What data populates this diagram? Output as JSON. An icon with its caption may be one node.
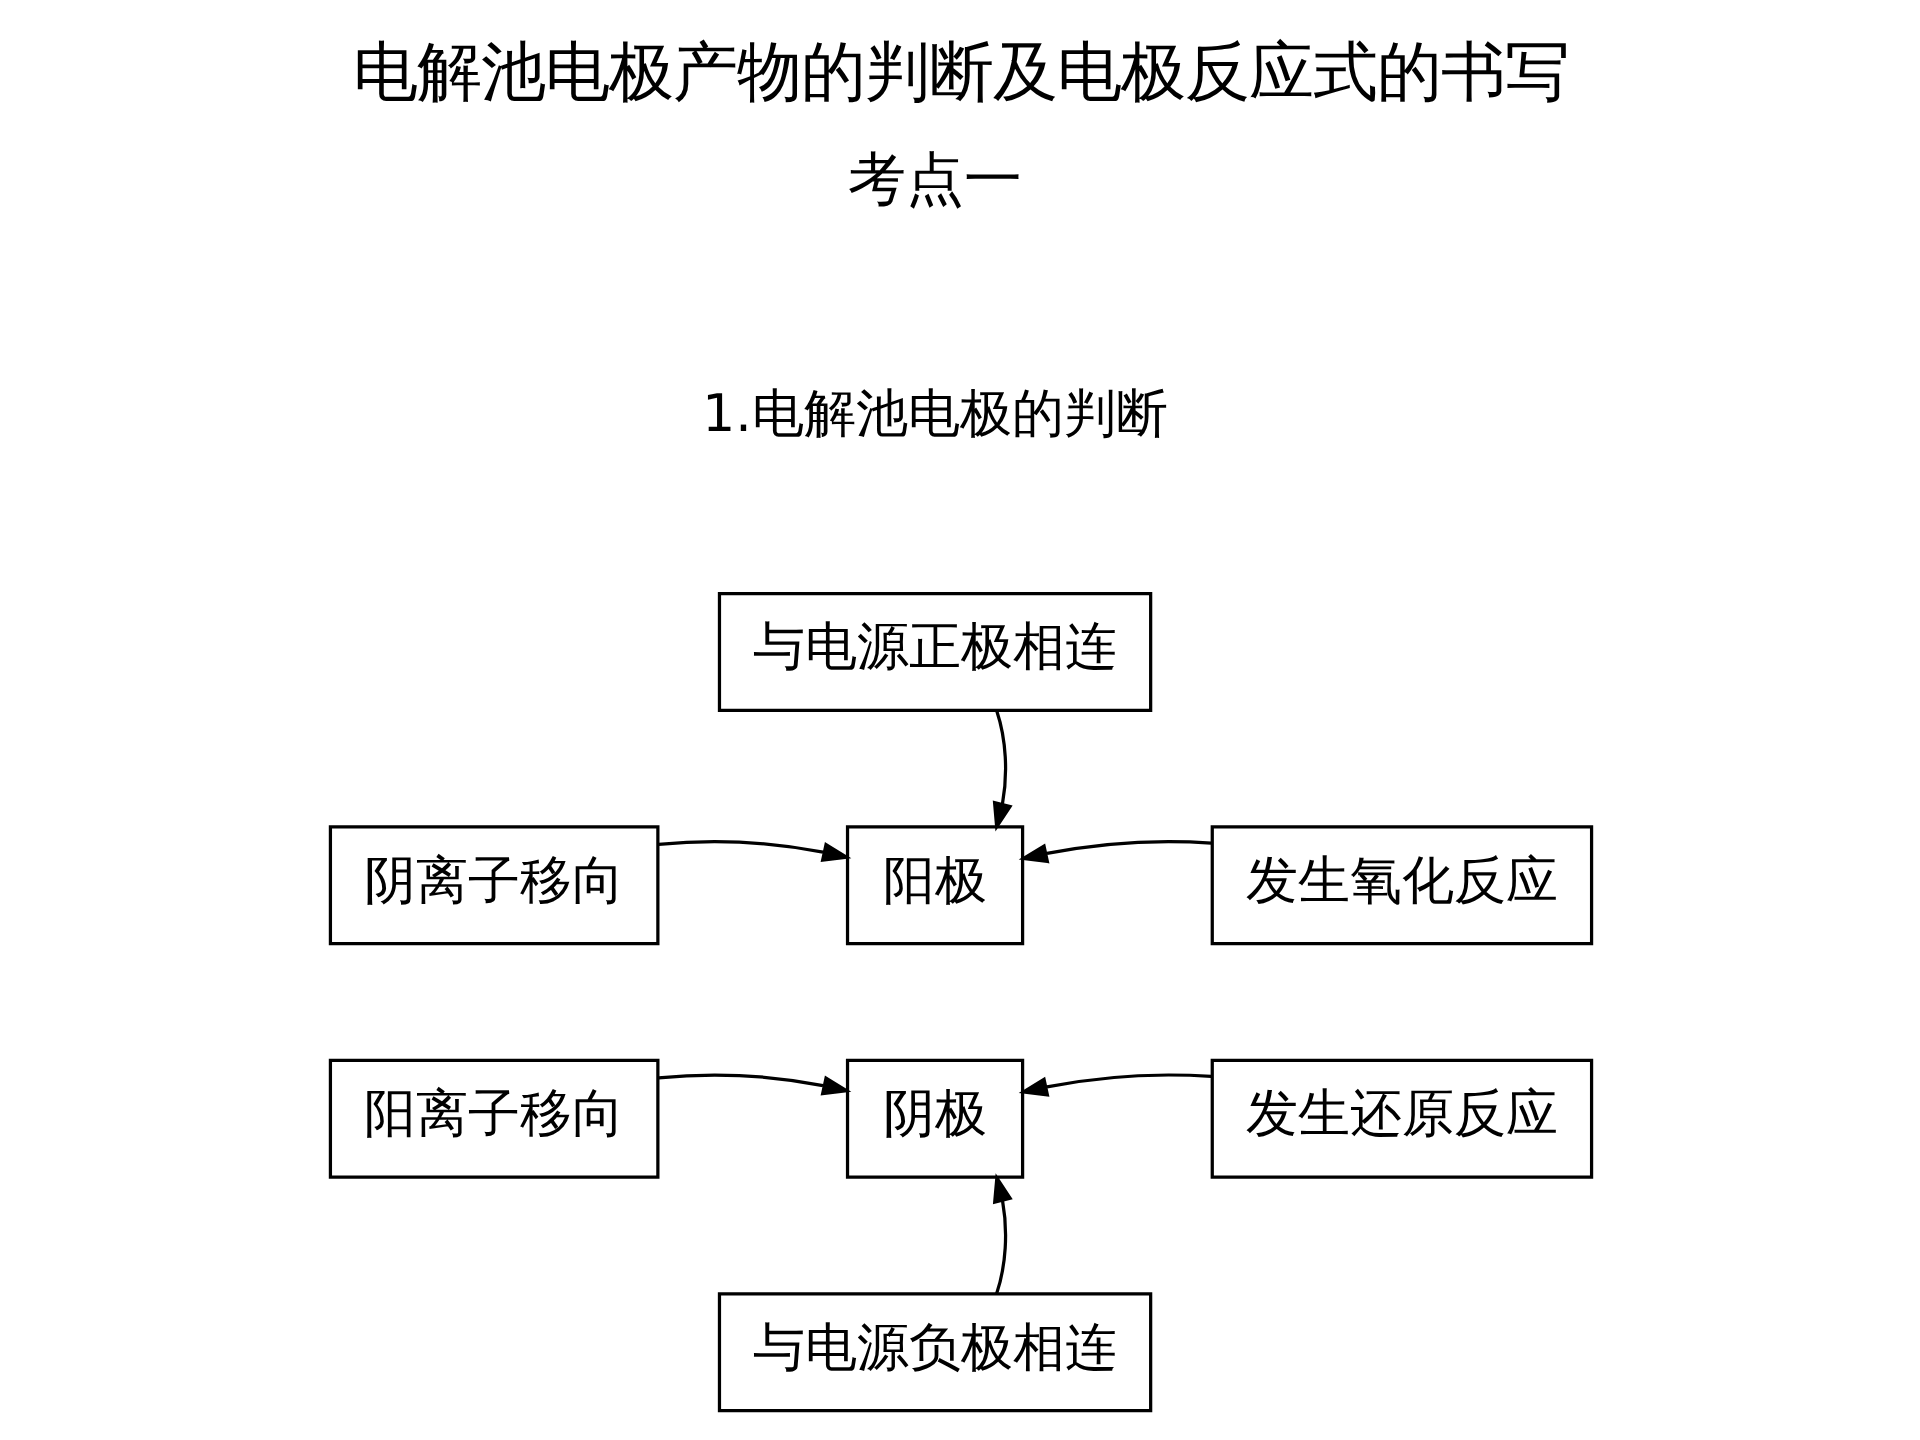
{
  "diagram": {
    "title": "电解池电极产物的判断及电极反应式的书写",
    "nodes": [
      {
        "text": [
          "与电源正极相连"
        ]
      },
      {
        "text": [
          "阴离子移向"
        ]
      },
      {
        "text": [
          "阳极"
        ]
      },
      {
        "text": [
          "发生氧化反应"
        ]
      },
      {
        "text": [
          "阳离子移向"
        ]
      },
      {
        "text": [
          "阴极"
        ]
      },
      {
        "text": [
          "发生还原反应"
        ]
      },
      {
        "text": [
          "与电源负极相连"
        ]
      }
    ],
    "edges": [
      {
        "from": 0,
        "to": 2,
        "arrow": "to"
      },
      {
        "from": 1,
        "to": 2,
        "arrow": "to"
      },
      {
        "from": 3,
        "to": 2,
        "arrow": "to"
      },
      {
        "from": 4,
        "to": 5,
        "arrow": "to"
      },
      {
        "from": 6,
        "to": 5,
        "arrow": "to"
      },
      {
        "from": 7,
        "to": 5,
        "arrow": "to"
      }
    ],
    "labels": [
      "考点一",
      "1.电解池电极的判断"
    ]
  }
}
